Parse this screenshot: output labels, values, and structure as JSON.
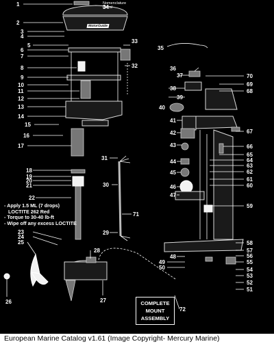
{
  "footer_caption": "European Marine Catalog v1.61 (Image Copyright- Mercury Marine)",
  "notes": [
    "- Apply 1.5 ML (7 drops)",
    "  LOCTITE 262 Red",
    "- Torque to 30-40 lb-ft",
    "- Wipe off any excess LOCTITE"
  ],
  "kit_label": [
    "COMPLETE",
    "MOUNT",
    "ASSEMBLY"
  ],
  "kit_callout": "72",
  "brand_text": [
    "Nomenclature",
    "Decal"
  ],
  "brand_callout": "34",
  "logo_text": "MotorGuide",
  "callouts": [
    "1",
    "2",
    "3",
    "4",
    "5",
    "6",
    "7",
    "8",
    "9",
    "10",
    "11",
    "12",
    "13",
    "14",
    "15",
    "16",
    "17",
    "18",
    "19",
    "20",
    "21",
    "22",
    "23",
    "24",
    "25",
    "26",
    "27",
    "28",
    "29",
    "30",
    "31",
    "32",
    "33",
    "35",
    "36",
    "37",
    "38",
    "39",
    "40",
    "41",
    "42",
    "43",
    "44",
    "45",
    "46",
    "47",
    "48",
    "49",
    "50",
    "51",
    "52",
    "53",
    "54",
    "55",
    "56",
    "57",
    "58",
    "59",
    "60",
    "61",
    "62",
    "63",
    "64",
    "65",
    "66",
    "67",
    "68",
    "69",
    "70",
    "71"
  ]
}
